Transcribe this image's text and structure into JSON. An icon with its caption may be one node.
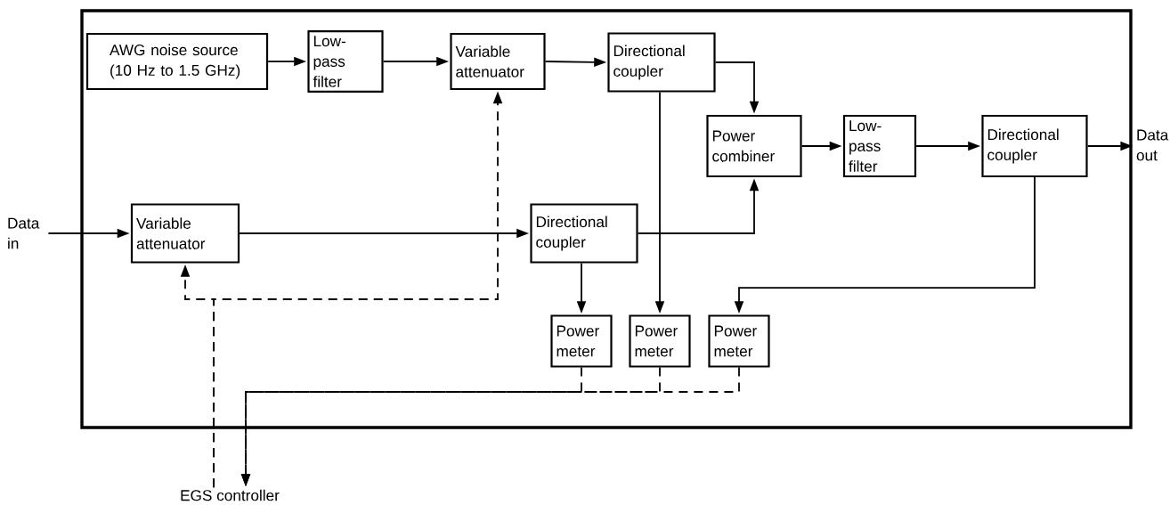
{
  "diagram": {
    "nodes": [
      {
        "text": [],
        "shape": "box"
      },
      {
        "text": [
          "AWG noise source (10 Hz to 1.5 GHz)"
        ],
        "in": 0
      },
      {
        "text": [
          "Low-pass filter"
        ],
        "in": 0
      },
      {
        "text": [
          "Variable attenuator"
        ],
        "in": 0
      },
      {
        "text": [
          "Directional coupler"
        ],
        "in": 0
      },
      {
        "text": [
          "Power combiner"
        ],
        "in": 0
      },
      {
        "text": [
          "Low-pass filter"
        ],
        "in": 0
      },
      {
        "text": [
          "Directional coupler"
        ],
        "in": 0
      },
      {
        "text": [
          "Variable attenuator"
        ],
        "in": 0
      },
      {
        "text": [
          "Directional coupler"
        ],
        "in": 0
      },
      {
        "text": [
          "Power meter"
        ],
        "in": 0
      },
      {
        "text": [
          "Power meter"
        ],
        "in": 0
      },
      {
        "text": [
          "Power meter"
        ],
        "in": 0
      },
      {
        "text": [
          "Data in"
        ]
      },
      {
        "text": [
          "Data out"
        ]
      },
      {
        "text": [
          "EGS controller"
        ]
      }
    ],
    "edges": [
      {
        "from": 13,
        "to": 8,
        "arrow": "to"
      },
      {
        "from": 1,
        "to": 2,
        "arrow": "to"
      },
      {
        "from": 2,
        "to": 3,
        "arrow": "to"
      },
      {
        "from": 3,
        "to": 4,
        "arrow": "to"
      },
      {
        "from": 4,
        "to": 5,
        "arrow": "to"
      },
      {
        "from": 4,
        "to": 11,
        "arrow": "to"
      },
      {
        "from": 5,
        "to": 6,
        "arrow": "to"
      },
      {
        "from": 6,
        "to": 7,
        "arrow": "to"
      },
      {
        "from": 7,
        "to": 14,
        "arrow": "to"
      },
      {
        "from": 8,
        "to": 9,
        "arrow": "to"
      },
      {
        "from": 9,
        "to": 5,
        "arrow": "to"
      },
      {
        "from": 9,
        "to": 10,
        "arrow": "to"
      },
      {
        "from": 7,
        "to": 12,
        "arrow": "to"
      },
      {
        "from": 15,
        "to": 8,
        "arrow": "to",
        "style": "dashed"
      },
      {
        "from": 15,
        "to": 3,
        "arrow": "to",
        "style": "dashed"
      },
      {
        "from": 10,
        "to": 15,
        "arrow": "to",
        "style": "dashed"
      },
      {
        "from": 11,
        "to": 15,
        "arrow": "to",
        "style": "dashed"
      },
      {
        "from": 12,
        "to": 15,
        "arrow": "to",
        "style": "dashed"
      }
    ]
  }
}
